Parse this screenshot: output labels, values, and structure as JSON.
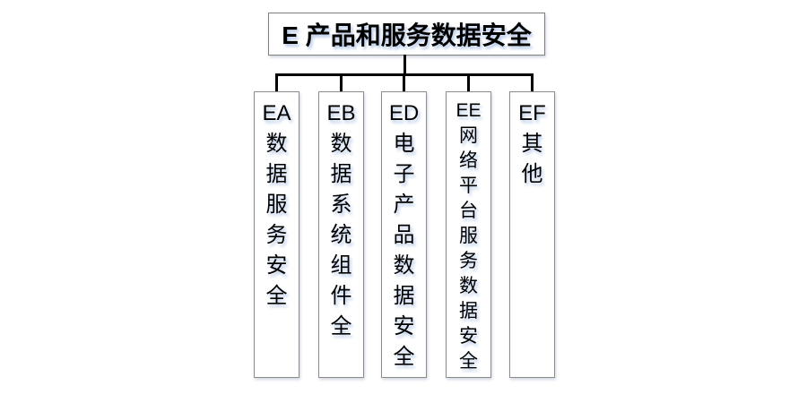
{
  "diagram": {
    "type": "org-tree",
    "root": {
      "label": "E 产品和服务数据安全"
    },
    "children": [
      {
        "code": "EA",
        "label": "数据服务安全"
      },
      {
        "code": "EB",
        "label": "数据系统组件全"
      },
      {
        "code": "ED",
        "label": "电子产品数据安全"
      },
      {
        "code": "EE",
        "label": "网络平台服务数据安全"
      },
      {
        "code": "EF",
        "label": "其他"
      }
    ],
    "colors": {
      "background": "#ffffff",
      "connector_line": "#000000",
      "box_border": "#8c8c8c",
      "root_border": "#7f7f7f",
      "text": "#000000",
      "text_shadow": "#a8c0e4"
    }
  }
}
